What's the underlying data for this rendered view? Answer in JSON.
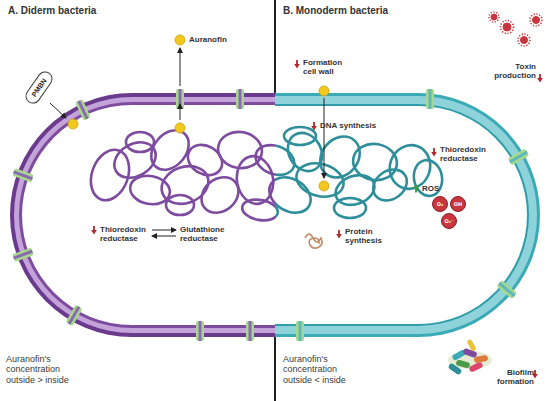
{
  "diagram": {
    "nodes": [
      {
        "text": [
          "PMBN"
        ]
      },
      {
        "text": [
          "O₂"
        ]
      },
      {
        "text": [
          "OH"
        ]
      },
      {
        "text": [
          "O₂⁻"
        ]
      }
    ],
    "labels": [
      "A. Diderm bacteria",
      "Auranofin",
      "Thioredoxin reductase",
      "Glutathione reductase",
      "Auranofin's concentration outside > inside",
      "B. Monoderm bacteria",
      "Formation cell wall",
      "Toxin production",
      "DNA synthesis",
      "Thioredoxin reductase",
      "ROS",
      "Protein synthesis",
      "Auranofin's concentration outside < inside",
      "Biofilm formation"
    ]
  }
}
